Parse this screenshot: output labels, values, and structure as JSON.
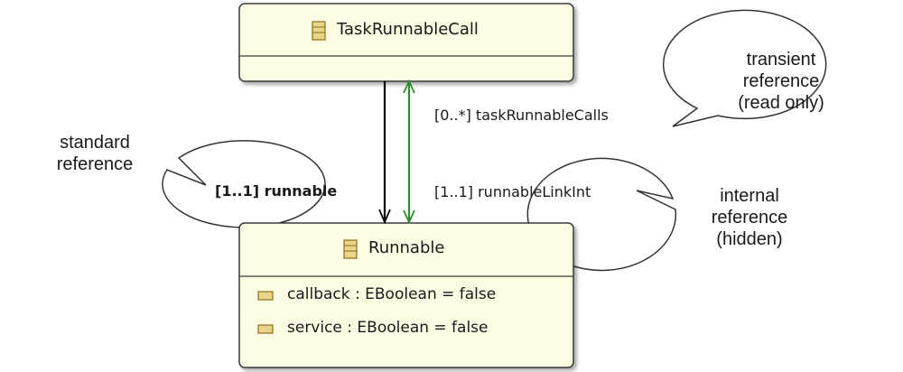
{
  "classes": {
    "task_runnable_call": {
      "name": "TaskRunnableCall",
      "icon": "class-icon"
    },
    "runnable": {
      "name": "Runnable",
      "icon": "class-icon",
      "attributes": [
        {
          "text": "callback : EBoolean = false",
          "icon": "attribute-icon"
        },
        {
          "text": "service : EBoolean = false",
          "icon": "attribute-icon"
        }
      ]
    }
  },
  "references": {
    "task_runnable_calls": {
      "label": "[0..*] taskRunnableCalls",
      "color": "#2e8b2e"
    },
    "runnable_link_int": {
      "label": "[1..1] runnableLinkInt",
      "color": "#2e8b2e"
    },
    "runnable": {
      "label": "[1..1] runnable",
      "color": "#000000"
    }
  },
  "callouts": {
    "standard": {
      "lines": [
        "standard",
        "reference"
      ]
    },
    "transient": {
      "lines": [
        "transient",
        "reference",
        "(read only)"
      ]
    },
    "internal": {
      "lines": [
        "internal",
        "reference",
        "(hidden)"
      ]
    }
  },
  "colors": {
    "box_fill": "#fdfbe2",
    "box_stroke": "#3a3a3a",
    "icon_fill": "#e8d58a",
    "icon_stroke": "#8a6d1a"
  }
}
